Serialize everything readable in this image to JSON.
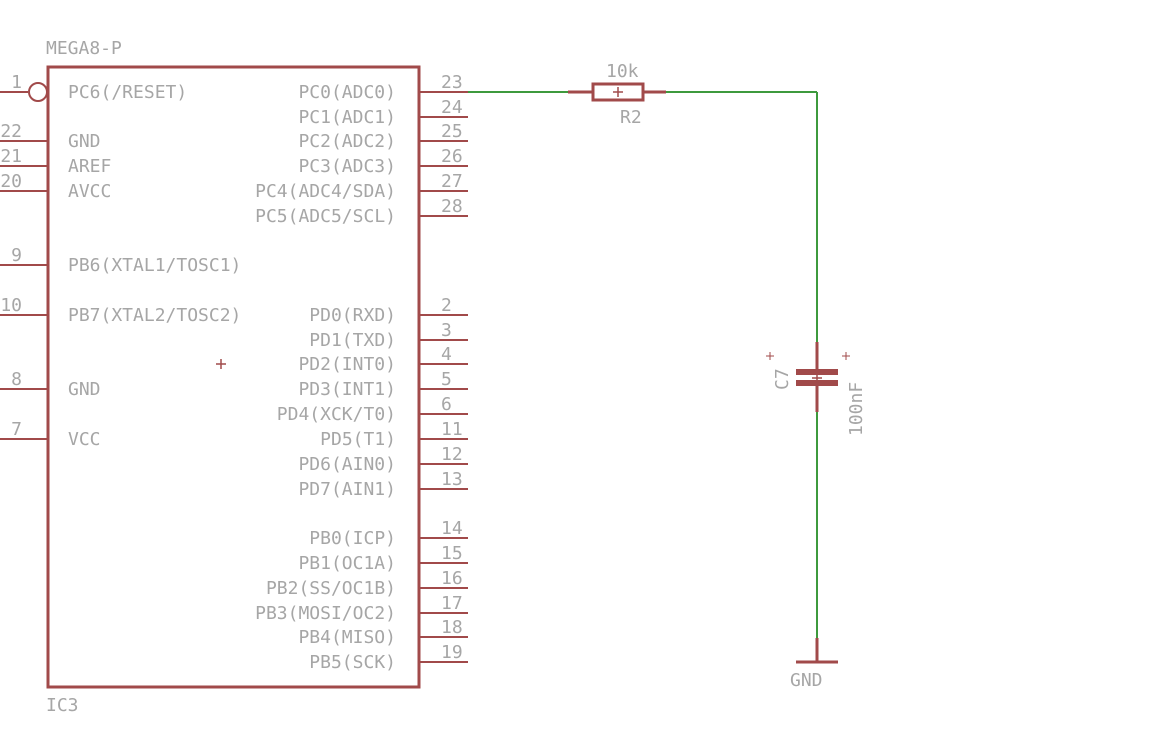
{
  "colors": {
    "part": "#a14a4a",
    "wire": "#3d9a3d",
    "text": "#a6a6a6",
    "background": "#ffffff"
  },
  "ic": {
    "name": "MEGA8-P",
    "ref": "IC3",
    "left_pins": [
      {
        "num": "1",
        "label": "PC6(/RESET)"
      },
      {
        "num": "22",
        "label": "GND"
      },
      {
        "num": "21",
        "label": "AREF"
      },
      {
        "num": "20",
        "label": "AVCC"
      },
      {
        "num": "9",
        "label": "PB6(XTAL1/TOSC1)"
      },
      {
        "num": "10",
        "label": "PB7(XTAL2/TOSC2)"
      },
      {
        "num": "8",
        "label": "GND"
      },
      {
        "num": "7",
        "label": "VCC"
      }
    ],
    "right_pins": [
      {
        "num": "23",
        "label": "PC0(ADC0)"
      },
      {
        "num": "24",
        "label": "PC1(ADC1)"
      },
      {
        "num": "25",
        "label": "PC2(ADC2)"
      },
      {
        "num": "26",
        "label": "PC3(ADC3)"
      },
      {
        "num": "27",
        "label": "PC4(ADC4/SDA)"
      },
      {
        "num": "28",
        "label": "PC5(ADC5/SCL)"
      },
      {
        "num": "2",
        "label": "PD0(RXD)"
      },
      {
        "num": "3",
        "label": "PD1(TXD)"
      },
      {
        "num": "4",
        "label": "PD2(INT0)"
      },
      {
        "num": "5",
        "label": "PD3(INT1)"
      },
      {
        "num": "6",
        "label": "PD4(XCK/T0)"
      },
      {
        "num": "11",
        "label": "PD5(T1)"
      },
      {
        "num": "12",
        "label": "PD6(AIN0)"
      },
      {
        "num": "13",
        "label": "PD7(AIN1)"
      },
      {
        "num": "14",
        "label": "PB0(ICP)"
      },
      {
        "num": "15",
        "label": "PB1(OC1A)"
      },
      {
        "num": "16",
        "label": "PB2(SS/OC1B)"
      },
      {
        "num": "17",
        "label": "PB3(MOSI/OC2)"
      },
      {
        "num": "18",
        "label": "PB4(MISO)"
      },
      {
        "num": "19",
        "label": "PB5(SCK)"
      }
    ]
  },
  "resistor": {
    "ref": "R2",
    "value": "10k"
  },
  "capacitor": {
    "ref": "C7",
    "value": "100nF"
  },
  "ground": {
    "label": "GND"
  }
}
